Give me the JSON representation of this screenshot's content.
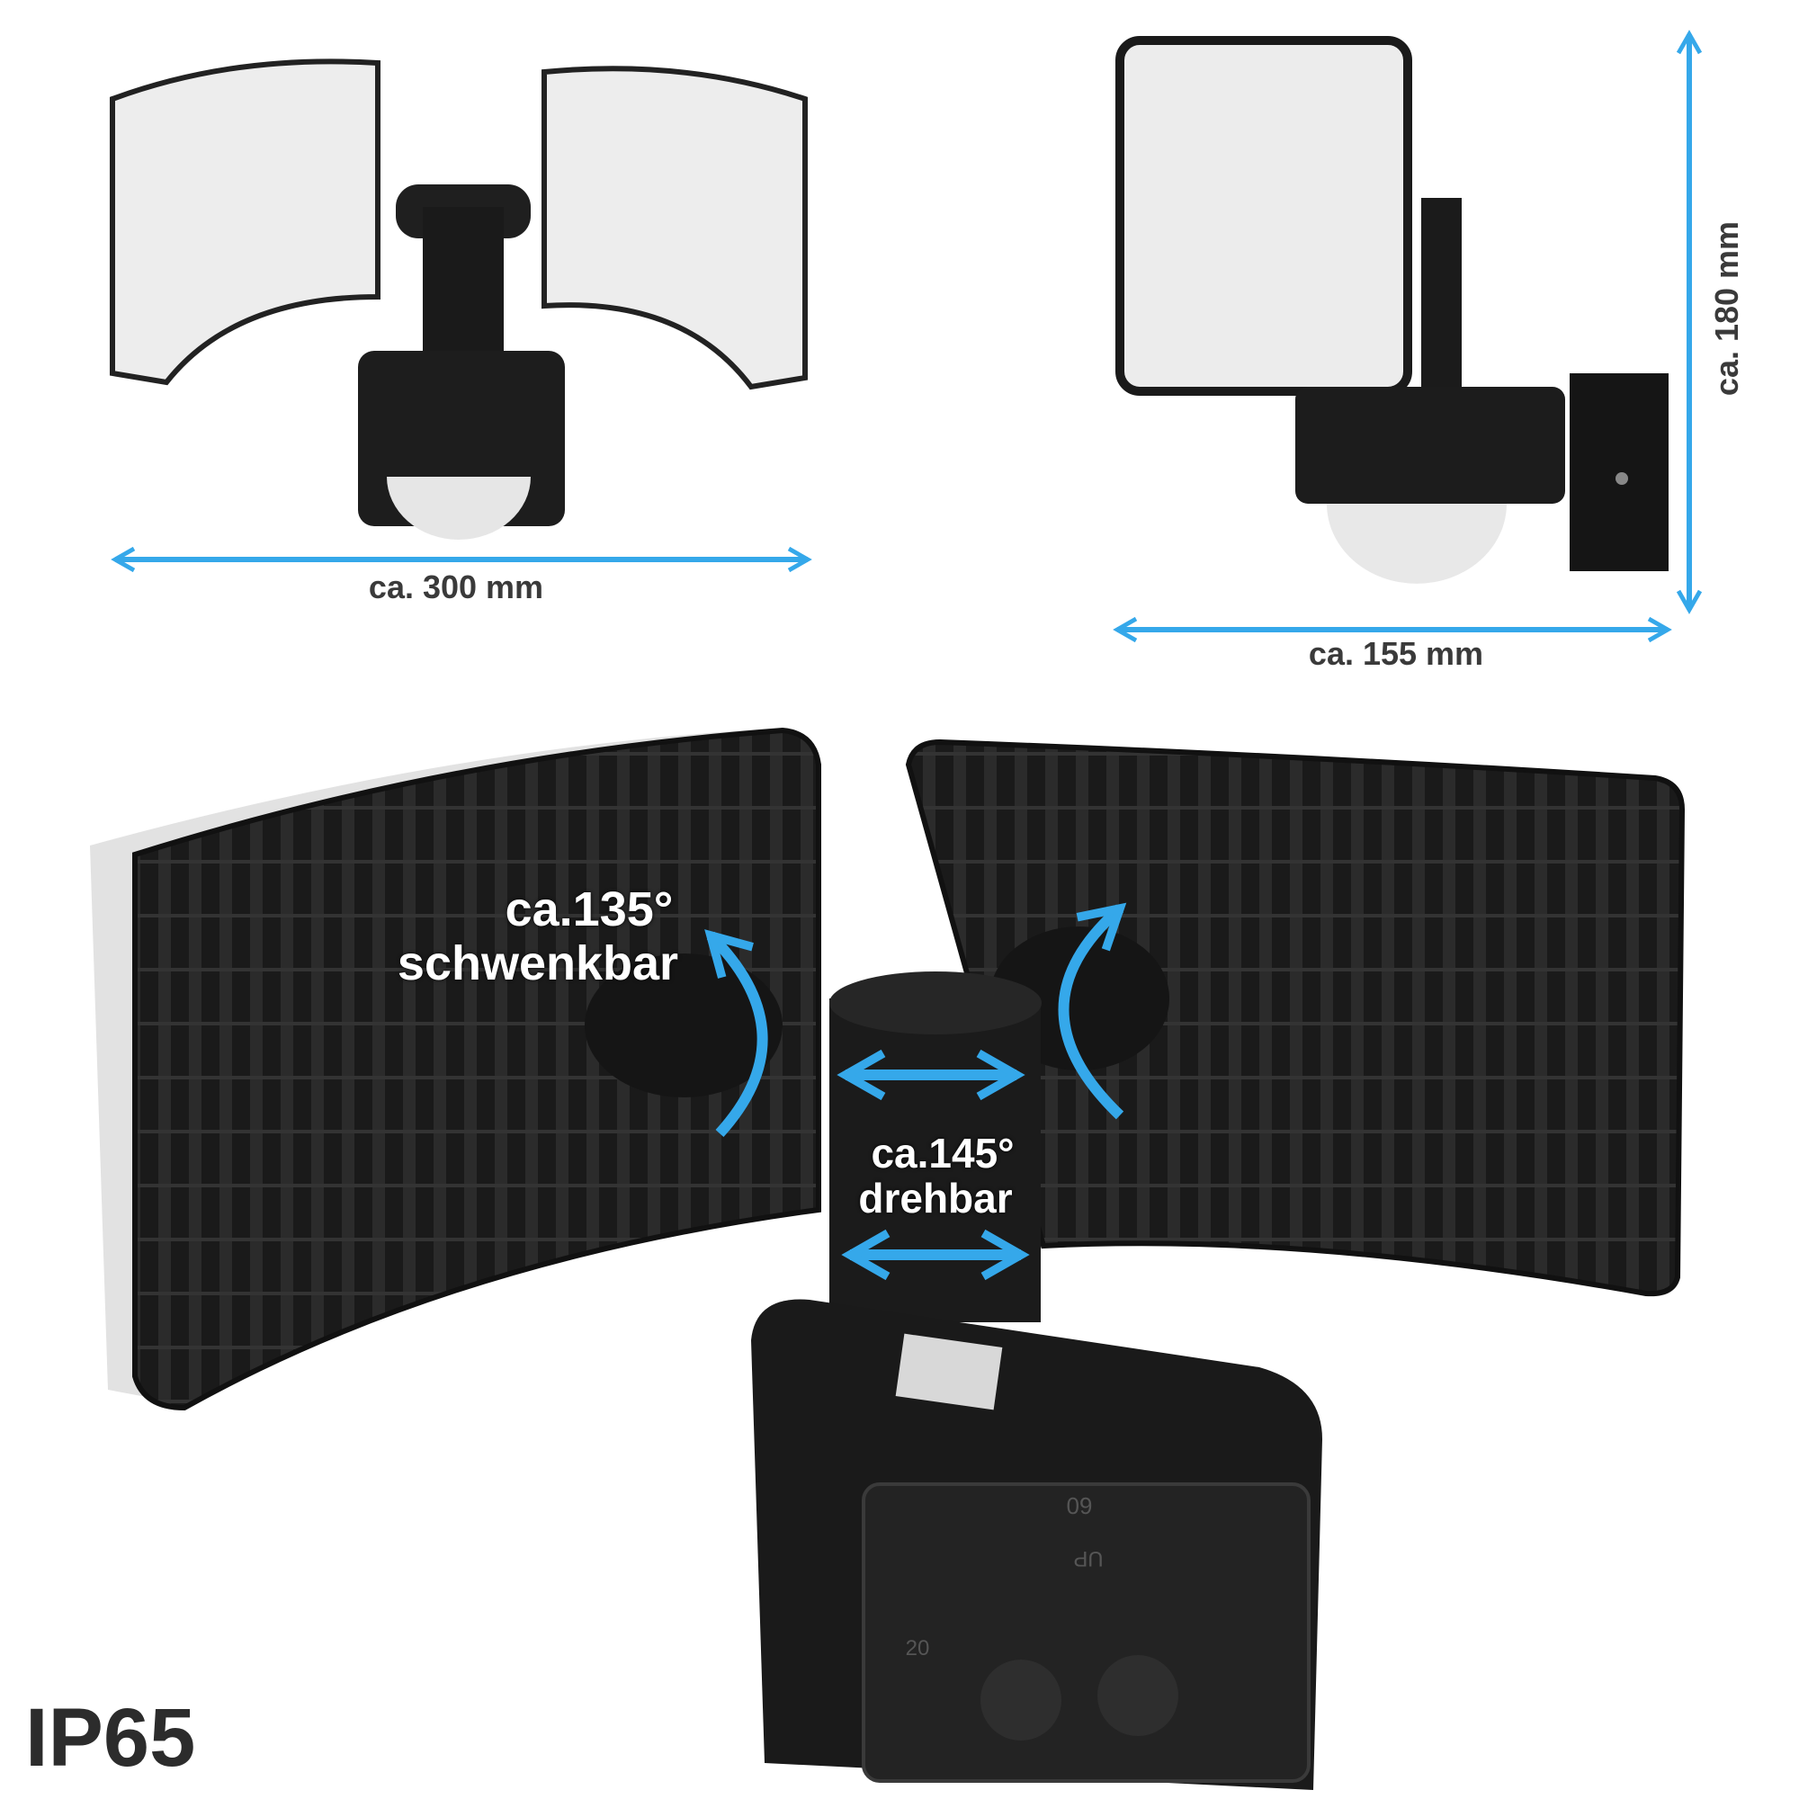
{
  "colors": {
    "arrow": "#35a8ea",
    "product": "#1c1c1c",
    "diffuser": "#ededed",
    "text_dark": "#333333"
  },
  "dimensions": {
    "width_front": "ca. 300 mm",
    "depth_side": "ca. 155 mm",
    "height_side": "ca. 180 mm"
  },
  "annotations": {
    "tilt_angle": "ca.135°",
    "tilt_label": "schwenkbar",
    "rotate_angle": "ca.145°",
    "rotate_label": "drehbar"
  },
  "box_markings": {
    "spacing": "60",
    "up": "UP",
    "offset": "20"
  },
  "rating": "IP65"
}
